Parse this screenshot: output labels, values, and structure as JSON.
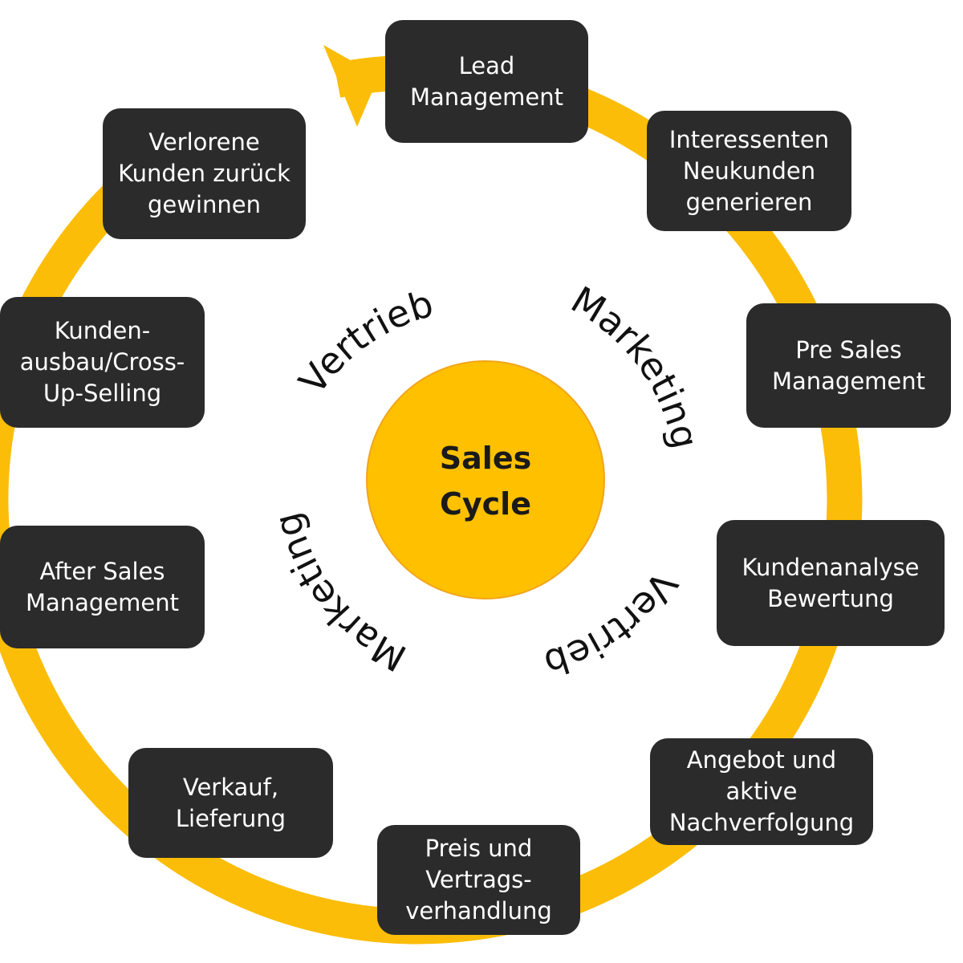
{
  "center": {
    "lines": [
      "Sales",
      "Cycle"
    ]
  },
  "arc_labels": {
    "top_left": "Vertrieb",
    "top_right": "Marketing",
    "bottom_right": "Vertrieb",
    "bottom_left": "Marketing"
  },
  "stages": [
    {
      "id": "lead-management",
      "label": "Lead\nManagement"
    },
    {
      "id": "interessenten-neukunden",
      "label": "Interessenten\nNeukunden\ngenerieren"
    },
    {
      "id": "pre-sales-management",
      "label": "Pre Sales\nManagement"
    },
    {
      "id": "kundenanalyse-bewertung",
      "label": "Kundenanalyse\nBewertung"
    },
    {
      "id": "angebot-nachverfolgung",
      "label": "Angebot und\naktive\nNachverfolgung"
    },
    {
      "id": "preis-vertragsverhandlung",
      "label": "Preis und\nVertrags-\nverhandlung"
    },
    {
      "id": "verkauf-lieferung",
      "label": "Verkauf,\nLieferung"
    },
    {
      "id": "after-sales-management",
      "label": "After Sales\nManagement"
    },
    {
      "id": "kundenausbau-cross-up-selling",
      "label": "Kunden-\nausbau/Cross-\nUp-Selling"
    },
    {
      "id": "verlorene-kunden",
      "label": "Verlorene\nKunden zurück\ngewinnen"
    }
  ],
  "colors": {
    "ring": "#fbbd08",
    "center_fill": "#ffc000",
    "center_stroke": "#f2a51a",
    "box_fill": "#2b2b2b",
    "box_text": "#ffffff",
    "center_text": "#1a1a1a",
    "arc_text": "#111111"
  }
}
